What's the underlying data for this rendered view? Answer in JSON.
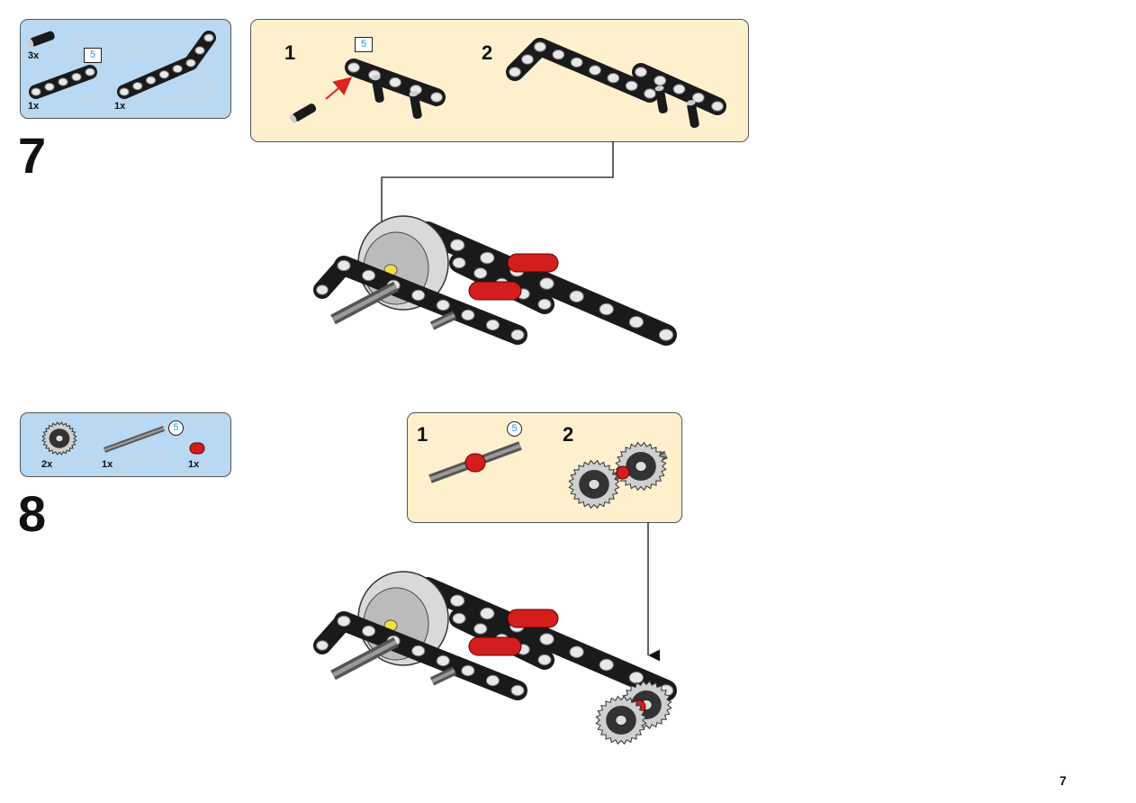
{
  "page_number": "7",
  "steps": [
    {
      "number": "7",
      "parts": [
        {
          "name": "pin-with-friction",
          "qty": "3x"
        },
        {
          "name": "beam",
          "qty": "1x",
          "length": "5"
        },
        {
          "name": "bent-beam",
          "qty": "1x"
        }
      ],
      "submodel": {
        "substeps": [
          {
            "number": "1",
            "length": "5"
          },
          {
            "number": "2"
          }
        ]
      }
    },
    {
      "number": "8",
      "parts": [
        {
          "name": "gear-24-tooth",
          "qty": "2x"
        },
        {
          "name": "axle",
          "qty": "1x",
          "length": "5"
        },
        {
          "name": "bush",
          "qty": "1x"
        }
      ],
      "submodel": {
        "substeps": [
          {
            "number": "1",
            "length": "5"
          },
          {
            "number": "2"
          }
        ]
      }
    }
  ],
  "colors": {
    "parts_bg": "#b9d8f1",
    "submodel_bg": "#fff0cd",
    "arrow_red": "#d22",
    "length_blue": "#1e9be0"
  }
}
